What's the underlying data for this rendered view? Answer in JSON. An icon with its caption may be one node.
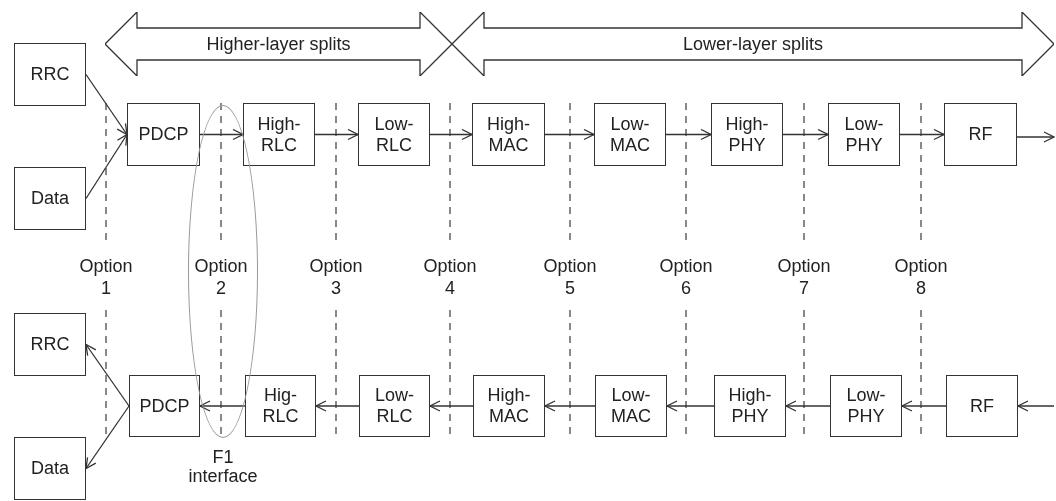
{
  "diagram": {
    "nodes": [
      {
        "text": [
          "Higher-layer splits"
        ]
      },
      {
        "text": [
          "Lower-layer splits"
        ]
      },
      {
        "text": [
          "RRC"
        ]
      },
      {
        "text": [
          "Data"
        ]
      },
      {
        "text": [
          "PDCP"
        ]
      },
      {
        "text": [
          "High- RLC"
        ]
      },
      {
        "text": [
          "Low- RLC"
        ]
      },
      {
        "text": [
          "High- MAC"
        ]
      },
      {
        "text": [
          "Low- MAC"
        ]
      },
      {
        "text": [
          "High- PHY"
        ]
      },
      {
        "text": [
          "Low- PHY"
        ]
      },
      {
        "text": [
          "RF"
        ]
      },
      {
        "text": [
          "RRC"
        ]
      },
      {
        "text": [
          "PDCP"
        ]
      },
      {
        "text": [
          "Hig- RLC"
        ]
      },
      {
        "text": [
          "Low- RLC"
        ]
      },
      {
        "text": [
          "High- MAC"
        ]
      },
      {
        "text": [
          "Low- MAC"
        ]
      },
      {
        "text": [
          "High- PHY"
        ]
      },
      {
        "text": [
          "Low- PHY"
        ]
      },
      {
        "text": [
          "RF"
        ]
      },
      {
        "text": [
          "Data"
        ]
      }
    ],
    "edges": [
      {
        "from": 2,
        "to": 4,
        "arrow": "to"
      },
      {
        "from": 3,
        "to": 4,
        "arrow": "to"
      },
      {
        "from": 4,
        "to": 5,
        "arrow": "to"
      },
      {
        "from": 5,
        "to": 6,
        "arrow": "to"
      },
      {
        "from": 6,
        "to": 7,
        "arrow": "to"
      },
      {
        "from": 7,
        "to": 8,
        "arrow": "to"
      },
      {
        "from": 8,
        "to": 9,
        "arrow": "to"
      },
      {
        "from": 9,
        "to": 10,
        "arrow": "to"
      },
      {
        "from": 10,
        "to": 11,
        "arrow": "to"
      },
      {
        "from": 11,
        "to": null,
        "arrow": "to"
      },
      {
        "from": null,
        "to": 20,
        "arrow": "to"
      },
      {
        "from": 20,
        "to": 19,
        "arrow": "to"
      },
      {
        "from": 19,
        "to": 18,
        "arrow": "to"
      },
      {
        "from": 18,
        "to": 17,
        "arrow": "to"
      },
      {
        "from": 17,
        "to": 16,
        "arrow": "to"
      },
      {
        "from": 16,
        "to": 15,
        "arrow": "to"
      },
      {
        "from": 15,
        "to": 14,
        "arrow": "to"
      },
      {
        "from": 14,
        "to": 13,
        "arrow": "to"
      },
      {
        "from": 13,
        "to": 12,
        "arrow": "to"
      },
      {
        "from": 13,
        "to": 21,
        "arrow": "to"
      }
    ],
    "labels": [
      "Option 1",
      "Option 2",
      "Option 3",
      "Option 4",
      "Option 5",
      "Option 6",
      "Option 7",
      "Option 8",
      "F1 interface"
    ]
  }
}
